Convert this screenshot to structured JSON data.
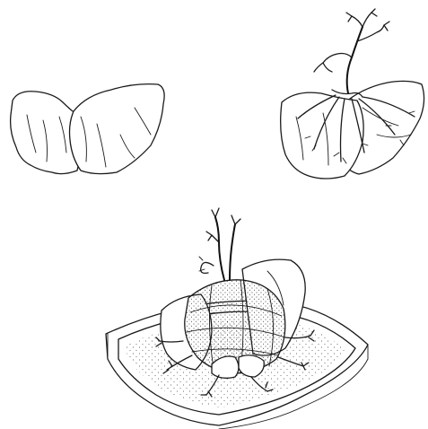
{
  "figure": {
    "panels": [
      {
        "id": "stones-arranged"
      },
      {
        "id": "tree-on-stones"
      },
      {
        "id": "planted-in-tray"
      }
    ]
  }
}
